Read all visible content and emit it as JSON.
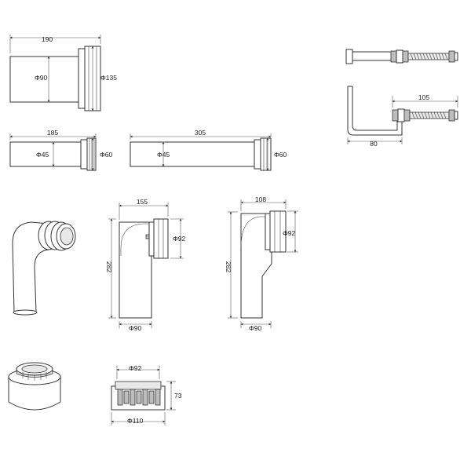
{
  "straight_connector_large": {
    "length": "190",
    "diameter_small": "Φ90",
    "diameter_large": "Φ135"
  },
  "straight_connector_short": {
    "length": "185",
    "diameter_small": "Φ45",
    "diameter_large": "Φ60"
  },
  "straight_connector_long": {
    "length": "305",
    "diameter_small": "Φ45",
    "diameter_large": "Φ60"
  },
  "bracket": {
    "reach": "105",
    "depth": "80"
  },
  "bend_155": {
    "width": "155",
    "height": "282",
    "diameter_inlet": "Φ92",
    "diameter_outlet": "Φ90"
  },
  "bend_108": {
    "width": "108",
    "height": "282",
    "diameter_inlet": "Φ92",
    "diameter_outlet": "Φ90"
  },
  "seal_collar": {
    "diameter_top": "Φ92",
    "diameter_bottom": "Φ110",
    "height": "73"
  }
}
